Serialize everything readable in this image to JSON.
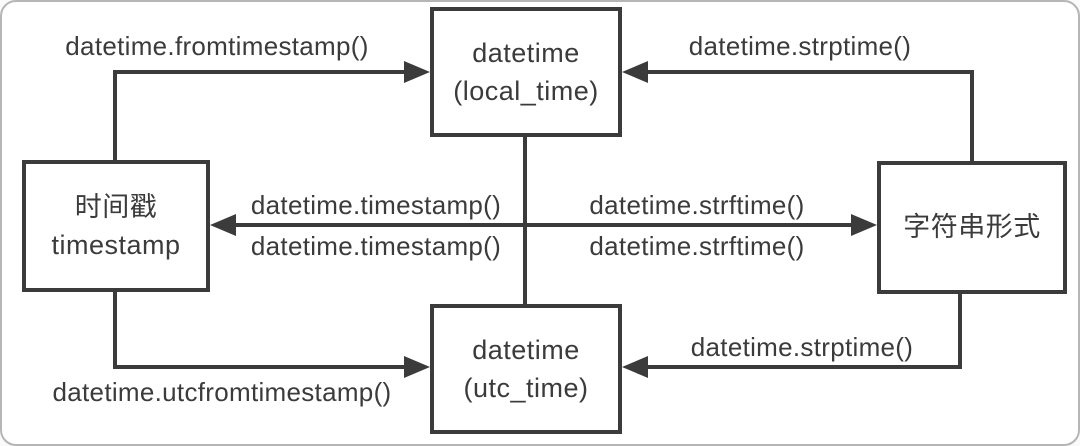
{
  "diagram": {
    "nodes": {
      "local": {
        "title": "datetime",
        "subtitle": "(local_time)"
      },
      "timestamp": {
        "title": "时间戳",
        "subtitle": "timestamp"
      },
      "string": {
        "title": "字符串形式"
      },
      "utc": {
        "title": "datetime",
        "subtitle": "(utc_time)"
      }
    },
    "labels": {
      "fromtimestamp": "datetime.fromtimestamp()",
      "strptime_to_local": "datetime.strptime()",
      "timestamp_above": "datetime.timestamp()",
      "timestamp_below": "datetime.timestamp()",
      "strftime_above": "datetime.strftime()",
      "strftime_below": "datetime.strftime()",
      "utcfromtimestamp": "datetime.utcfromtimestamp()",
      "strptime_to_utc": "datetime.strptime()"
    },
    "colors": {
      "stroke": "#3b3b3b",
      "background": "#ffffff",
      "frame_border": "#b5b5b5"
    }
  }
}
